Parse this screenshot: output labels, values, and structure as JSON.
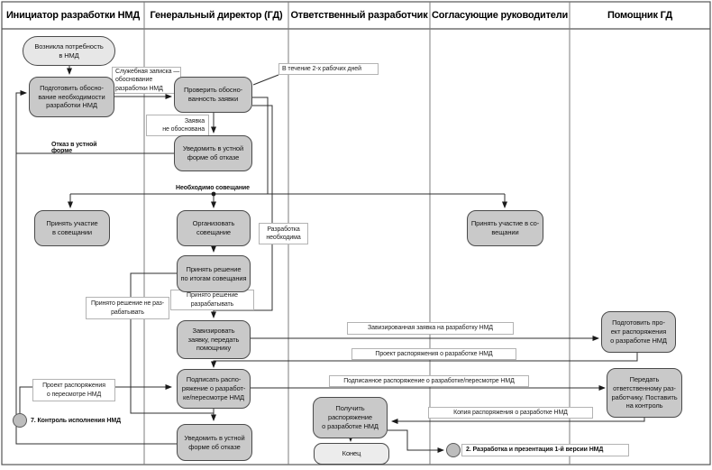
{
  "diagram_title": "Процедура инициации разработки НМД (swimlane flowchart)",
  "lanes": [
    {
      "title": "Инициатор разработки НМД"
    },
    {
      "title": "Генеральный директор (ГД)"
    },
    {
      "title": "Ответственный разработчик"
    },
    {
      "title": "Согласующие руководители"
    },
    {
      "title": "Помощник ГД"
    }
  ],
  "nodes": {
    "start": "Возникла потребность\nв НМД",
    "prepare_justification": "Подготовить обосно-\nвание необходимости\nразработки НМД",
    "check_request": "Проверить обосно-\nванность заявки",
    "notify_refusal_top": "Уведомить в устной\nформе об отказе",
    "join_meeting_initiator": "Принять участие\nв совещании",
    "organize_meeting": "Организовать\nсовещание",
    "decide_after_meeting": "Принять решение\nпо итогам совещания",
    "visa_request": "Завизировать\nзаявку, передать\nпомощнику",
    "sign_order": "Подписать распо-\nряжение о разработ-\nке/пересмотре НМД",
    "notify_refusal_bottom": "Уведомить в устной\nформе об отказе",
    "receive_order": "Получить\nраспоряжение\nо разработке НМД",
    "end": "Конец",
    "join_meeting_approvers": "Принять участие в со-\nвещании",
    "draft_order": "Подготовить про-\nект распоряжения\nо разработке НМД",
    "handover_control": "Передать\nответственному раз-\nработчику. Поставить\nна контроль"
  },
  "labels": {
    "memo": "Служебная записка —\nобоснование\nразработки НМД",
    "two_days": "В течение 2-х рабочих дней",
    "not_justified": "Заявка\nне обоснована",
    "dev_needed": "Разработка\nнеобходима",
    "decision_develop": "Принято решение\nразрабатывать",
    "decision_not_develop": "Принято решение не раз-\nрабатывать",
    "draft_review_order": "Проект распоряжения\nо пересмотре НМД",
    "visaed_request": "Завизированная заявка на разработку НМД",
    "draft_dev_order": "Проект распоряжения о разработке НМД",
    "signed_order": "Подписанное распоряжение о разработке/пересмотре НМД",
    "order_copy": "Копия распоряжения о разработке НМД",
    "refusal_oral": "Отказ в устной форме",
    "meeting_needed": "Необходимо совещание",
    "ref_control": "7. Контроль исполнения НМД",
    "ref_develop": "2. Разработка и презентация 1-й версии НМД"
  },
  "colors": {
    "activity_fill": "#c9c9c9",
    "event_fill": "#e7e7e7",
    "node_border": "#4a4a4a",
    "connector": "#2f2f2f",
    "label_border": "#b3b3b3",
    "lane_border": "#6e6e6e"
  }
}
